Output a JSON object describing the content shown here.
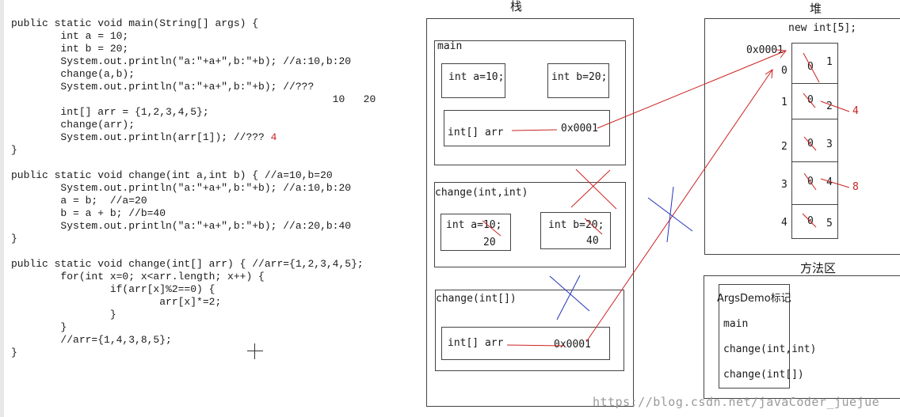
{
  "code": {
    "lines": [
      "public static void main(String[] args) {",
      "        int a = 10;",
      "        int b = 20;",
      "        System.out.println(\"a:\"+a+\",b:\"+b); //a:10,b:20",
      "        change(a,b);",
      "        System.out.println(\"a:\"+a+\",b:\"+b); //???",
      "                                                    10   20",
      "        int[] arr = {1,2,3,4,5};",
      "        change(arr);",
      "        System.out.println(arr[1]); //???",
      "}",
      "",
      "public static void change(int a,int b) { //a=10,b=20",
      "        System.out.println(\"a:\"+a+\",b:\"+b); //a:10,b:20",
      "        a = b;  //a=20",
      "        b = a + b; //b=40",
      "        System.out.println(\"a:\"+a+\",b:\"+b); //a:20,b:40",
      "}",
      "",
      "public static void change(int[] arr) { //arr={1,2,3,4,5};",
      "        for(int x=0; x<arr.length; x++) {",
      "                if(arr[x]%2==0) {",
      "                        arr[x]*=2;",
      "                }",
      "        }",
      "        //arr={1,4,3,8,5};",
      "}"
    ],
    "answer_arr1": "4"
  },
  "stack": {
    "title": "栈",
    "main_frame": {
      "label": "main",
      "var_a": "int a=10;",
      "var_b": "int b=20;",
      "var_arr": "int[] arr",
      "arr_ref": "0x0001"
    },
    "change_int_frame": {
      "label": "change(int,int)",
      "var_a": "int a=10;",
      "var_a_new": "20",
      "var_b": "int b=20;",
      "var_b_new": "40"
    },
    "change_arr_frame": {
      "label": "change(int[])",
      "var_arr": "int[] arr",
      "arr_ref": "0x0001"
    }
  },
  "heap": {
    "title": "堆",
    "array_label": "new int[5];",
    "address": "0x0001",
    "indices": [
      "0",
      "1",
      "2",
      "3",
      "4"
    ],
    "old_values": [
      "0",
      "0",
      "0",
      "0",
      "0"
    ],
    "values": [
      "1",
      "2",
      "3",
      "4",
      "5"
    ],
    "updated": {
      "1": "4",
      "3": "8"
    }
  },
  "method_area": {
    "title": "方法区",
    "class_label": "ArgsDemo标记",
    "methods": [
      "main",
      "change(int,int)",
      "change(int[])"
    ]
  },
  "watermark": "https://blog.csdn.net/javaCoder_juejue",
  "colors": {
    "annotation": "#cc2222",
    "cross_blue": "#2233bb",
    "line": "#444444"
  }
}
